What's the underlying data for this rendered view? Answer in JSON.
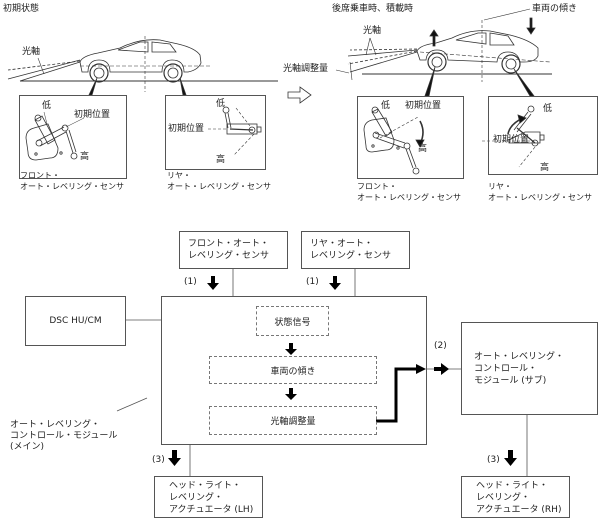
{
  "illustration": {
    "initial_state": {
      "title": "初期状態",
      "optical_axis_label": "光軸",
      "front_sensor": {
        "low_label": "低",
        "initial_position_label": "初期位置",
        "high_label": "高",
        "caption_line1": "フロント・",
        "caption_line2": "オート・レベリング・センサ"
      },
      "rear_sensor": {
        "low_label": "低",
        "initial_position_label": "初期位置",
        "high_label": "高",
        "caption_line1": "リヤ・",
        "caption_line2": "オート・レベリング・センサ"
      }
    },
    "loaded_state": {
      "title": "後席乗車時、積載時",
      "vehicle_tilt_label": "車両の傾き",
      "optical_axis_label": "光軸",
      "axis_adjustment_label": "光軸調整量",
      "front_sensor": {
        "low_label": "低",
        "initial_position_label": "初期位置",
        "high_label": "高",
        "caption_line1": "フロント・",
        "caption_line2": "オート・レベリング・センサ"
      },
      "rear_sensor": {
        "low_label": "低",
        "initial_position_label": "初期位置",
        "high_label": "高",
        "caption_line1": "リヤ・",
        "caption_line2": "オート・レベリング・センサ"
      }
    }
  },
  "block_diagram": {
    "front_sensor_box": "フロント・オート・\nレベリング・センサ",
    "rear_sensor_box": "リヤ・オート・\nレベリング・センサ",
    "dsc_box": "DSC HU/CM",
    "main_module_label": "オート・レベリング・\nコントロール・モジュール\n(メイン)",
    "inner_steps": [
      "状態信号",
      "車両の傾き",
      "光軸調整量"
    ],
    "sub_module_box": "オート・レベリング・\nコントロール・\nモジュール (サブ)",
    "lh_actuator_box": "ヘッド・ライト・\nレベリング・\nアクチュエータ (LH)",
    "rh_actuator_box": "ヘッド・ライト・\nレベリング・\nアクチュエータ (RH)",
    "step_labels": {
      "front_sensor_signal": "(1)",
      "rear_sensor_signal": "(1)",
      "to_sub_module": "(2)",
      "to_lh_actuator": "(3)",
      "to_rh_actuator": "(3)"
    }
  }
}
